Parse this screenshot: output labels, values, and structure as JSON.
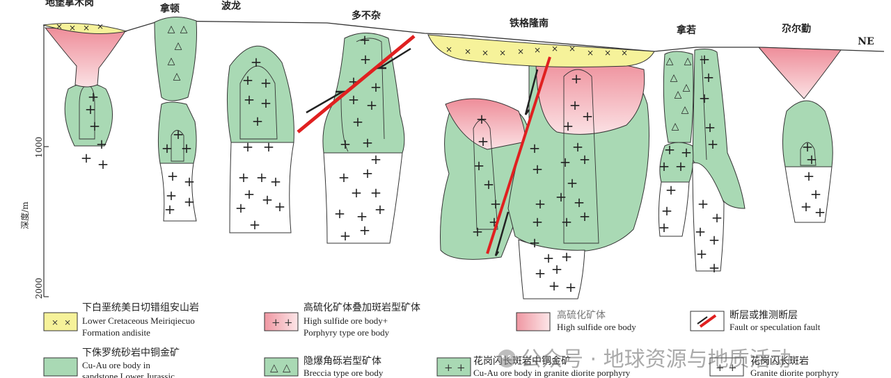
{
  "deposits": [
    {
      "key": "diguolana",
      "label": "地堡拿木岗"
    },
    {
      "key": "nadun",
      "label": "拿顿"
    },
    {
      "key": "bolong",
      "label": "波龙"
    },
    {
      "key": "duobuza",
      "label": "多不杂"
    },
    {
      "key": "tiegelongnan",
      "label": "铁格隆南"
    },
    {
      "key": "naruo",
      "label": "拿若"
    },
    {
      "key": "saerqin",
      "label": "尕尔勤"
    }
  ],
  "orientation": "NE",
  "axis": {
    "title": "深度/m",
    "ticks": [
      "1000",
      "2000"
    ]
  },
  "colors": {
    "andesite": "#f6f29a",
    "cu_au": "#a9d9b4",
    "high_sulfide": "#ef9aa4",
    "fault": "#e02020",
    "outline": "#333333"
  },
  "legend": [
    {
      "key": "andesite",
      "cn": "下白垩统美日切错组安山岩",
      "en1": "Lower Cretaceous  Meiriqiecuo",
      "en2": "Formation andisite"
    },
    {
      "key": "hs_porphyry",
      "cn": "高硫化矿体叠加斑岩型矿体",
      "en1": "High sulfide ore body+",
      "en2": "Porphyry type ore body"
    },
    {
      "key": "high_sulfide",
      "cn": "高硫化矿体",
      "en1": "High sulfide ore body",
      "en2": ""
    },
    {
      "key": "fault",
      "cn": "断层或推测断层",
      "en1": "Fault or speculation fault",
      "en2": ""
    },
    {
      "key": "cu_au_sandstone",
      "cn": "下侏罗统砂岩中铜金矿",
      "en1": "Cu-Au ore body in",
      "en2": "sandstone Lower Jurassic"
    },
    {
      "key": "breccia",
      "cn": "隐爆角砾岩型矿体",
      "en1": "Breccia type ore body",
      "en2": ""
    },
    {
      "key": "cu_au_granite",
      "cn": "花岗闪长斑岩中铜金矿",
      "en1": "Cu-Au ore body in granite diorite porphyry",
      "en2": ""
    },
    {
      "key": "granite",
      "cn": "花岗闪长斑岩",
      "en1": "Granite diorite porphyry",
      "en2": ""
    }
  ],
  "watermark": "公众号 · 地球资源与地质活动"
}
